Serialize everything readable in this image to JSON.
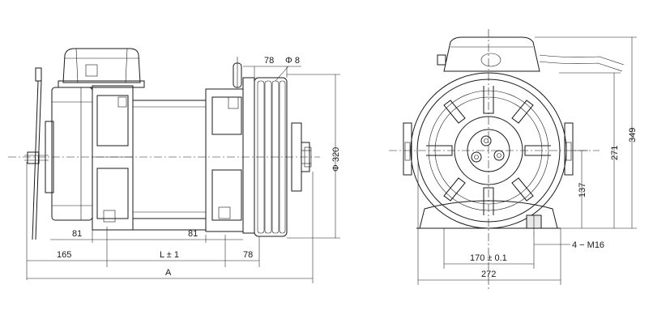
{
  "side_view": {
    "dim_81_left": "81",
    "dim_81_right": "81",
    "dim_165": "165",
    "dim_L": "L ± 1",
    "dim_78_bottom": "78",
    "dim_A": "A",
    "dim_78_top": "78",
    "dim_phi8": "Φ 8",
    "dim_phi320": "Φ 320"
  },
  "front_view": {
    "dim_349": "349",
    "dim_271": "271",
    "dim_137": "137",
    "dim_170": "170 ± 0.1",
    "dim_272": "272",
    "dim_bolts": "4 − M16"
  }
}
